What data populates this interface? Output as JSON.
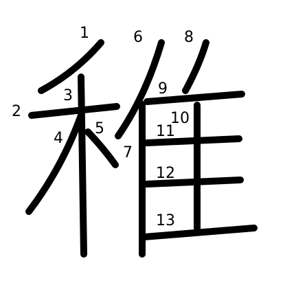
{
  "character": "稚",
  "stroke_color": "#000000",
  "background": "#ffffff",
  "stroke_numbers": [
    "1",
    "2",
    "3",
    "4",
    "5",
    "6",
    "7",
    "8",
    "9",
    "10",
    "11",
    "12",
    "13"
  ]
}
